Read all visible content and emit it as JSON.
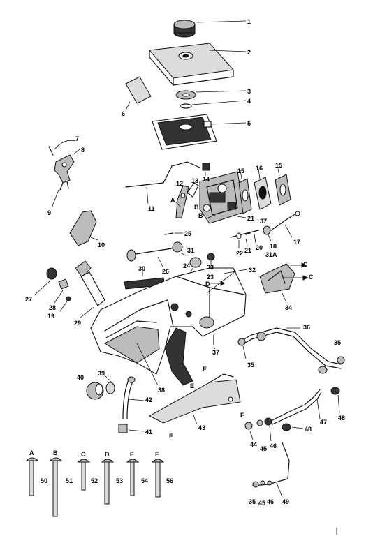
{
  "part_numbers": [
    "1",
    "2",
    "3",
    "4",
    "5",
    "6",
    "7",
    "8",
    "9",
    "10",
    "11",
    "12",
    "13",
    "14",
    "15",
    "15",
    "16",
    "17",
    "18",
    "19",
    "20",
    "21",
    "21",
    "22",
    "23",
    "24",
    "25",
    "26",
    "27",
    "28",
    "29",
    "30",
    "31",
    "31A",
    "32",
    "33",
    "34",
    "35",
    "35",
    "35",
    "36",
    "37",
    "37",
    "38",
    "39",
    "40",
    "41",
    "42",
    "43",
    "44",
    "45",
    "45",
    "46",
    "46",
    "47",
    "48",
    "48",
    "49",
    "50",
    "51",
    "52",
    "53",
    "54",
    "56"
  ],
  "letters": [
    "A",
    "B",
    "B",
    "C",
    "C",
    "D",
    "E",
    "E",
    "F",
    "F"
  ],
  "bolt_letters": [
    "A",
    "B",
    "C",
    "D",
    "E",
    "F"
  ],
  "bolt_numbers": [
    "50",
    "51",
    "52",
    "53",
    "54",
    "56"
  ],
  "labels": [
    {
      "key": "1",
      "t": "1"
    },
    {
      "key": "2",
      "t": "2"
    },
    {
      "key": "3",
      "t": "3"
    },
    {
      "key": "4",
      "t": "4"
    },
    {
      "key": "5",
      "t": "5"
    },
    {
      "key": "6",
      "t": "6"
    },
    {
      "key": "7",
      "t": "7"
    },
    {
      "key": "8",
      "t": "8"
    },
    {
      "key": "9",
      "t": "9"
    },
    {
      "key": "10",
      "t": "10"
    },
    {
      "key": "11",
      "t": "11"
    },
    {
      "key": "12",
      "t": "12"
    },
    {
      "key": "13",
      "t": "13"
    },
    {
      "key": "14",
      "t": "14"
    },
    {
      "key": "15a",
      "t": "15"
    },
    {
      "key": "16",
      "t": "16"
    },
    {
      "key": "15b",
      "t": "15"
    },
    {
      "key": "17",
      "t": "17"
    },
    {
      "key": "18",
      "t": "18"
    },
    {
      "key": "19",
      "t": "19"
    },
    {
      "key": "20",
      "t": "20"
    },
    {
      "key": "21a",
      "t": "21"
    },
    {
      "key": "21b",
      "t": "21"
    },
    {
      "key": "22",
      "t": "22"
    },
    {
      "key": "23",
      "t": "23"
    },
    {
      "key": "24",
      "t": "24"
    },
    {
      "key": "25",
      "t": "25"
    },
    {
      "key": "26",
      "t": "26"
    },
    {
      "key": "27",
      "t": "27"
    },
    {
      "key": "28",
      "t": "28"
    },
    {
      "key": "29",
      "t": "29"
    },
    {
      "key": "30",
      "t": "30"
    },
    {
      "key": "31",
      "t": "31"
    },
    {
      "key": "31A",
      "t": "31A"
    },
    {
      "key": "32",
      "t": "32"
    },
    {
      "key": "33",
      "t": "33"
    },
    {
      "key": "34",
      "t": "34"
    },
    {
      "key": "35a",
      "t": "35"
    },
    {
      "key": "35b",
      "t": "35"
    },
    {
      "key": "35c",
      "t": "35"
    },
    {
      "key": "36",
      "t": "36"
    },
    {
      "key": "37a",
      "t": "37"
    },
    {
      "key": "37b",
      "t": "37"
    },
    {
      "key": "38",
      "t": "38"
    },
    {
      "key": "39",
      "t": "39"
    },
    {
      "key": "40",
      "t": "40"
    },
    {
      "key": "41",
      "t": "41"
    },
    {
      "key": "42",
      "t": "42"
    },
    {
      "key": "43",
      "t": "43"
    },
    {
      "key": "44",
      "t": "44"
    },
    {
      "key": "45a",
      "t": "45"
    },
    {
      "key": "45b",
      "t": "45"
    },
    {
      "key": "46a",
      "t": "46"
    },
    {
      "key": "46b",
      "t": "46"
    },
    {
      "key": "47",
      "t": "47"
    },
    {
      "key": "48a",
      "t": "48"
    },
    {
      "key": "48b",
      "t": "48"
    },
    {
      "key": "49",
      "t": "49"
    },
    {
      "key": "A1",
      "t": "A"
    },
    {
      "key": "B1",
      "t": "B"
    },
    {
      "key": "B2",
      "t": "B"
    },
    {
      "key": "C1",
      "t": "C"
    },
    {
      "key": "C2",
      "t": "C"
    },
    {
      "key": "D1",
      "t": "D"
    },
    {
      "key": "E1",
      "t": "E"
    },
    {
      "key": "E2",
      "t": "E"
    },
    {
      "key": "F1",
      "t": "F"
    },
    {
      "key": "F2",
      "t": "F"
    },
    {
      "key": "bA",
      "t": "A"
    },
    {
      "key": "bB",
      "t": "B"
    },
    {
      "key": "bC",
      "t": "C"
    },
    {
      "key": "bD",
      "t": "D"
    },
    {
      "key": "bE",
      "t": "E"
    },
    {
      "key": "bF",
      "t": "F"
    },
    {
      "key": "b50",
      "t": "50"
    },
    {
      "key": "b51",
      "t": "51"
    },
    {
      "key": "b52",
      "t": "52"
    },
    {
      "key": "b53",
      "t": "53"
    },
    {
      "key": "b54",
      "t": "54"
    },
    {
      "key": "b56",
      "t": "56"
    }
  ]
}
